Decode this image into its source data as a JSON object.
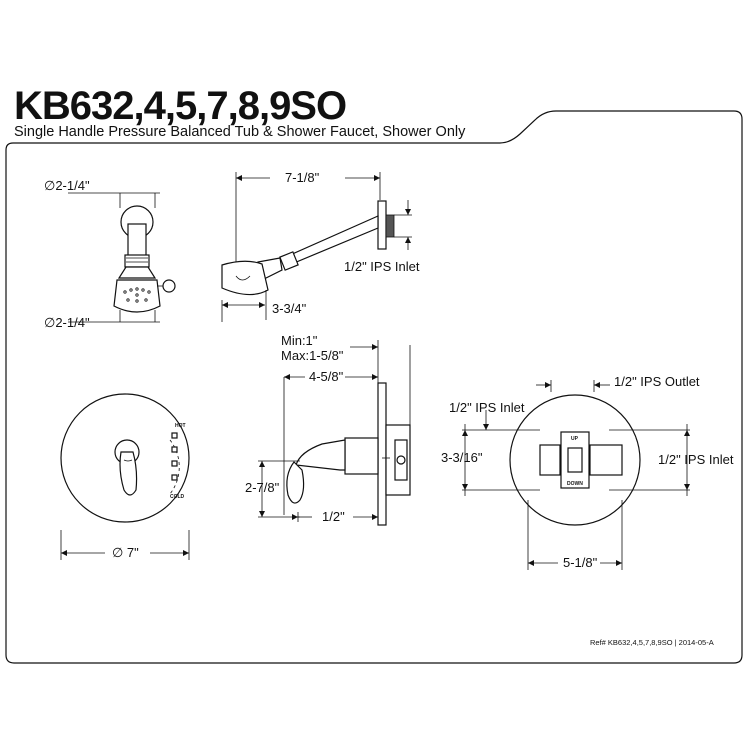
{
  "title": {
    "model": "KB632,4,5,7,8,9SO",
    "subtitle": "Single Handle Pressure Balanced Tub & Shower Faucet, Shower Only"
  },
  "showerhead_front": {
    "top_dim": "∅2-1/4\"",
    "bottom_dim": "∅2-1/4\""
  },
  "showerhead_side": {
    "length_dim": "7-1/8\"",
    "inlet_label": "1/2\" IPS Inlet",
    "drop_dim": "3-3/4\""
  },
  "valve_front": {
    "width_dim": "∅ 7\"",
    "hot_label": "HOT",
    "cold_label": "COLD"
  },
  "valve_side": {
    "min_label": "Min:1\"",
    "max_label": "Max:1-5/8\"",
    "depth_dim": "4-5/8\"",
    "height_dim": "2-7/8\"",
    "offset_dim": "1/2\""
  },
  "valve_rough": {
    "outlet_label": "1/2\" IPS Outlet",
    "inlet_left": "1/2\" IPS Inlet",
    "inlet_right": "1/2\" IPS Inlet",
    "height_dim": "3-3/16\"",
    "width_dim": "5-1/8\"",
    "up_label": "UP",
    "down_label": "DOWN"
  },
  "reference": "Ref# KB632,4,5,7,8,9SO | 2014-05-A"
}
